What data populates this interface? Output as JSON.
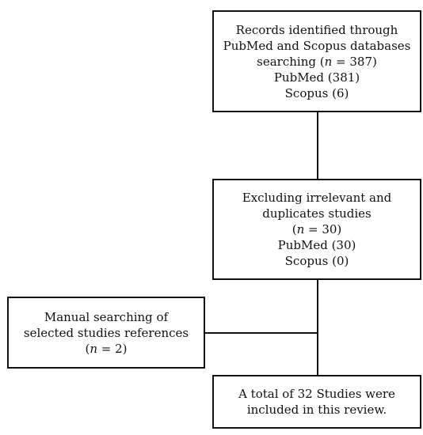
{
  "boxes": {
    "records": {
      "line1": "Records identified through",
      "line2": "PubMed and Scopus databases",
      "line3_prefix": "searching (",
      "line3_n": "n",
      "line3_suffix": " = 387)",
      "line4": "PubMed (381)",
      "line5": "Scopus (6)"
    },
    "excluding": {
      "line1": "Excluding irrelevant and",
      "line2": "duplicates studies",
      "line3_prefix": "(",
      "line3_n": "n",
      "line3_suffix": " = 30)",
      "line4": "PubMed (30)",
      "line5": "Scopus (0)"
    },
    "manual": {
      "line1": "Manual searching of",
      "line2": "selected studies references",
      "line3_prefix": "(",
      "line3_n": "n",
      "line3_suffix": " = 2)"
    },
    "total": {
      "line1": "A total of 32 Studies were",
      "line2": "included in this review."
    }
  }
}
